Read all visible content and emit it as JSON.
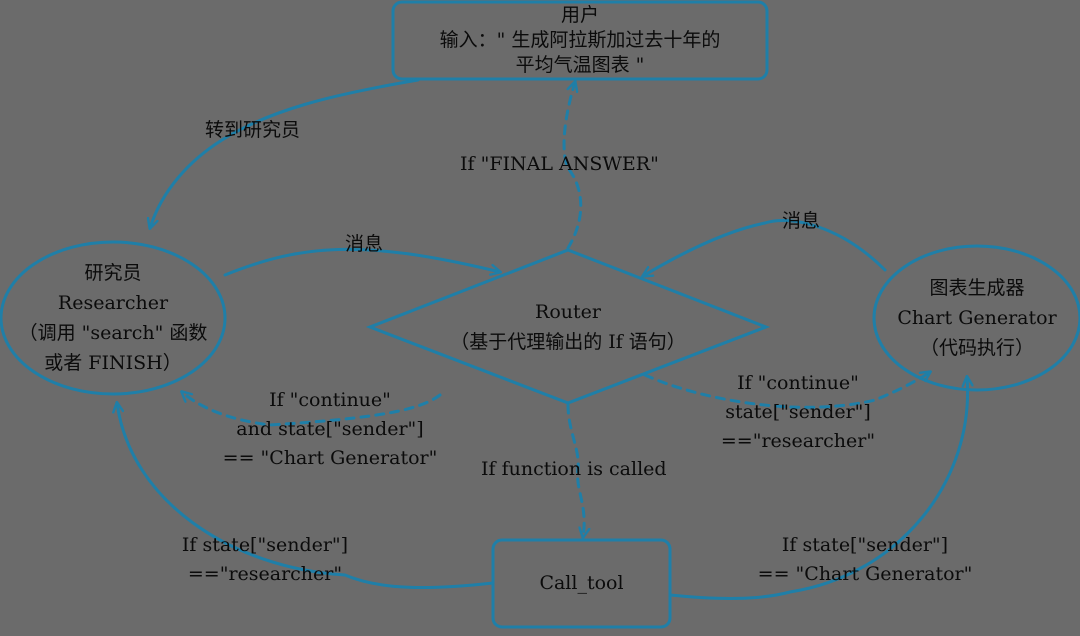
{
  "nodes": {
    "user": {
      "line1": "用户",
      "line2": "输入：\" 生成阿拉斯加过去十年的",
      "line3": "平均气温图表 \""
    },
    "researcher": {
      "line1": "研究员",
      "line2": "Researcher",
      "line3": "（调用 \"search\" 函数",
      "line4": "或者 FINISH）"
    },
    "router": {
      "line1": "Router",
      "line2": "（基于代理输出的 If 语句）"
    },
    "chart_generator": {
      "line1": "图表生成器",
      "line2": "Chart Generator",
      "line3": "（代码执行）"
    },
    "call_tool": {
      "label": "Call_tool"
    }
  },
  "edge_labels": {
    "to_researcher": "转到研究员",
    "final_answer": "If \"FINAL ANSWER\"",
    "msg_left": "消息",
    "msg_right": "消息",
    "continue_chart": {
      "line1": "If \"continue\"",
      "line2": "and state[\"sender\"]",
      "line3": "== \"Chart Generator\""
    },
    "continue_researcher": {
      "line1": "If \"continue\"",
      "line2": "state[\"sender\"]",
      "line3": "==\"researcher\""
    },
    "function_called": "If function is called",
    "sender_researcher": {
      "line1": "If state[\"sender\"]",
      "line2": "==\"researcher\""
    },
    "sender_chart": {
      "line1": "If state[\"sender\"]",
      "line2": "== \"Chart Generator\""
    }
  },
  "colors": {
    "background": "#6b6b6b",
    "stroke": "#1f7fa8",
    "text": "#0b0b0b"
  }
}
